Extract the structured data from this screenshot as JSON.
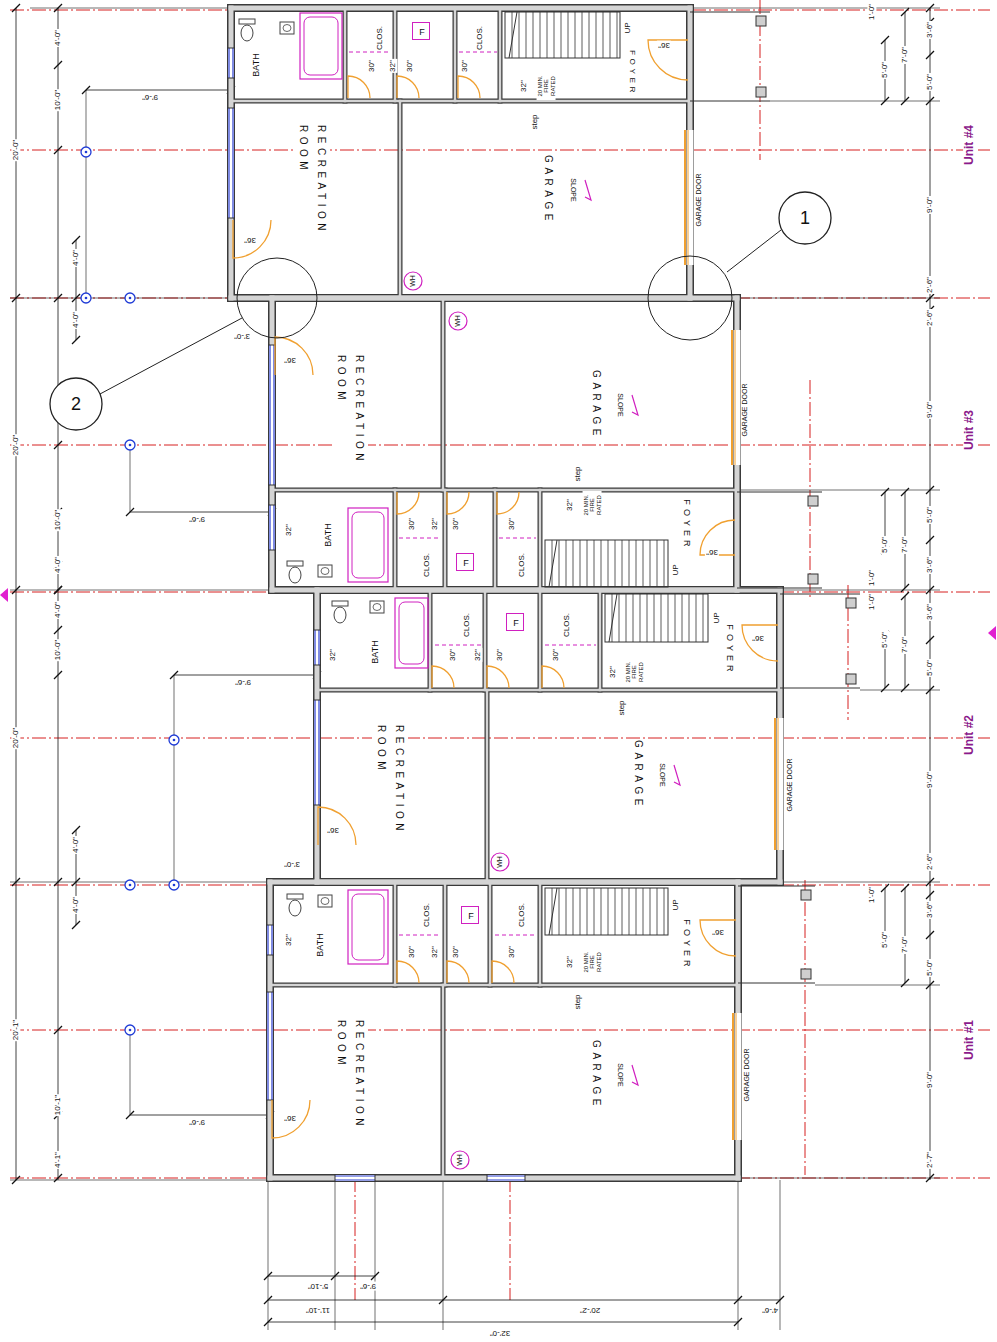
{
  "diagram": {
    "nodes": [
      {
        "text": [
          "BATH"
        ]
      },
      {
        "text": [
          "CLOS."
        ]
      },
      {
        "text": [
          "F"
        ]
      },
      {
        "text": [
          "CLOS."
        ]
      },
      {
        "text": [
          "FOYER"
        ]
      },
      {
        "text": [
          "RECREATION ROOM"
        ]
      },
      {
        "text": [
          "GARAGE",
          "SLOPE"
        ]
      },
      {
        "text": [
          "WH"
        ],
        "in": 6
      },
      {
        "text": [
          "1"
        ]
      },
      {
        "text": [
          "2"
        ]
      },
      {
        "text": [
          "RECREATION ROOM"
        ]
      },
      {
        "text": [
          "GARAGE",
          "SLOPE"
        ]
      },
      {
        "text": [
          "WH"
        ],
        "in": 11
      },
      {
        "text": [
          "BATH"
        ]
      },
      {
        "text": [
          "CLOS."
        ]
      },
      {
        "text": [
          "F"
        ]
      },
      {
        "text": [
          "CLOS."
        ]
      },
      {
        "text": [
          "FOYER"
        ]
      },
      {
        "text": [
          "BATH"
        ]
      },
      {
        "text": [
          "CLOS."
        ]
      },
      {
        "text": [
          "F"
        ]
      },
      {
        "text": [
          "CLOS."
        ]
      },
      {
        "text": [
          "FOYER"
        ]
      },
      {
        "text": [
          "RECREATION ROOM"
        ]
      },
      {
        "text": [
          "GARAGE",
          "SLOPE"
        ]
      },
      {
        "text": [
          "WH"
        ],
        "in": 24
      },
      {
        "text": [
          "BATH"
        ]
      },
      {
        "text": [
          "CLOS."
        ]
      },
      {
        "text": [
          "F"
        ]
      },
      {
        "text": [
          "CLOS."
        ]
      },
      {
        "text": [
          "FOYER"
        ]
      },
      {
        "text": [
          "RECREATION ROOM"
        ]
      },
      {
        "text": [
          "GARAGE",
          "SLOPE"
        ]
      },
      {
        "text": [
          "WH"
        ],
        "in": 32
      }
    ],
    "labels": [
      "Unit #4",
      "Unit #3",
      "Unit #2",
      "Unit #1",
      "4'-0\"",
      "10'-0\"",
      "20'-0\"",
      "9'-6\"",
      "4'-0\"",
      "4'-0\"",
      "3'-0\"",
      "20'-0\"",
      "9'-6\"",
      "10'-0\"",
      "4'-0\"",
      "4'-0\"",
      "10'-0\"",
      "9'-6\"",
      "20'-0\"",
      "4'-0\"",
      "3'-0\"",
      "4'-0\"",
      "20'-1\"",
      "9'-6\"",
      "10'-1\"",
      "4'-1\"",
      "5'-10\"",
      "9'-6\"",
      "11'-10\"",
      "20'-2\"",
      "4'-6\"",
      "32'-0\"",
      "1'-0\"",
      "3'-6\"",
      "7'-0\"",
      "5'-0\"",
      "5'-0\"",
      "9'-0\"",
      "2'-6\"",
      "2'-6\"",
      "9'-0\"",
      "5'-0\"",
      "5'-0\"",
      "7'-0\"",
      "1'-0\"",
      "3'-6\"",
      "1'-0\"",
      "3'-6\"",
      "5'-0\"",
      "7'-0\"",
      "5'-0\"",
      "9'-0\"",
      "2'-6\"",
      "1'-0\"",
      "3'-6\"",
      "5'-0\"",
      "7'-0\"",
      "5'-0\"",
      "9'-0\"",
      "2'-7\"",
      "30\"",
      "32\"",
      "30\"",
      "30\"",
      "32\"",
      "20 MIN. FIRE RATED",
      "step",
      "UP",
      "36\"",
      "36\"",
      "GARAGE DOOR",
      "36\"",
      "32\"",
      "30\"",
      "32\"",
      "30\"",
      "30\"",
      "32\"",
      "20 MIN. FIRE RATED",
      "step",
      "UP",
      "36\"",
      "GARAGE DOOR",
      "32\"",
      "30\"",
      "32\"",
      "30\"",
      "30\"",
      "32\"",
      "20 MIN. FIRE RATED",
      "step",
      "UP",
      "36\"",
      "36\"",
      "GARAGE DOOR",
      "32\"",
      "30\"",
      "32\"",
      "30\"",
      "30\"",
      "32\"",
      "20 MIN. FIRE RATED",
      "step",
      "UP",
      "36\"",
      "36\"",
      "GARAGE DOOR"
    ]
  }
}
